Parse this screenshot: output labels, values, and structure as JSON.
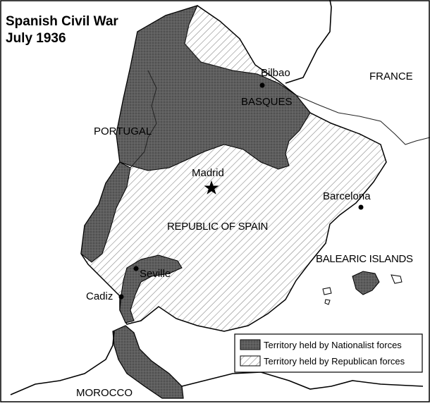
{
  "title": {
    "line1": "Spanish Civil War",
    "line2": "July 1936"
  },
  "labels": {
    "bilbao": "Bilbao",
    "france": "FRANCE",
    "basques": "BASQUES",
    "portugal": "PORTUGAL",
    "madrid": "Madrid",
    "barcelona": "Barcelona",
    "republic": "REPUBLIC OF SPAIN",
    "balearic": "BALEARIC ISLANDS",
    "seville": "Seville",
    "cadiz": "Cadiz",
    "morocco": "MOROCCO"
  },
  "legend": {
    "nationalist": "Territory held by Nationalist forces",
    "republican": "Territory held by Republican forces"
  },
  "colors": {
    "nationalist_fill": "#5a5a5a",
    "republican_hatch": "#9a9a9a",
    "outline": "#000000"
  },
  "icons": {
    "capital": "star-icon",
    "city": "dot-icon"
  }
}
